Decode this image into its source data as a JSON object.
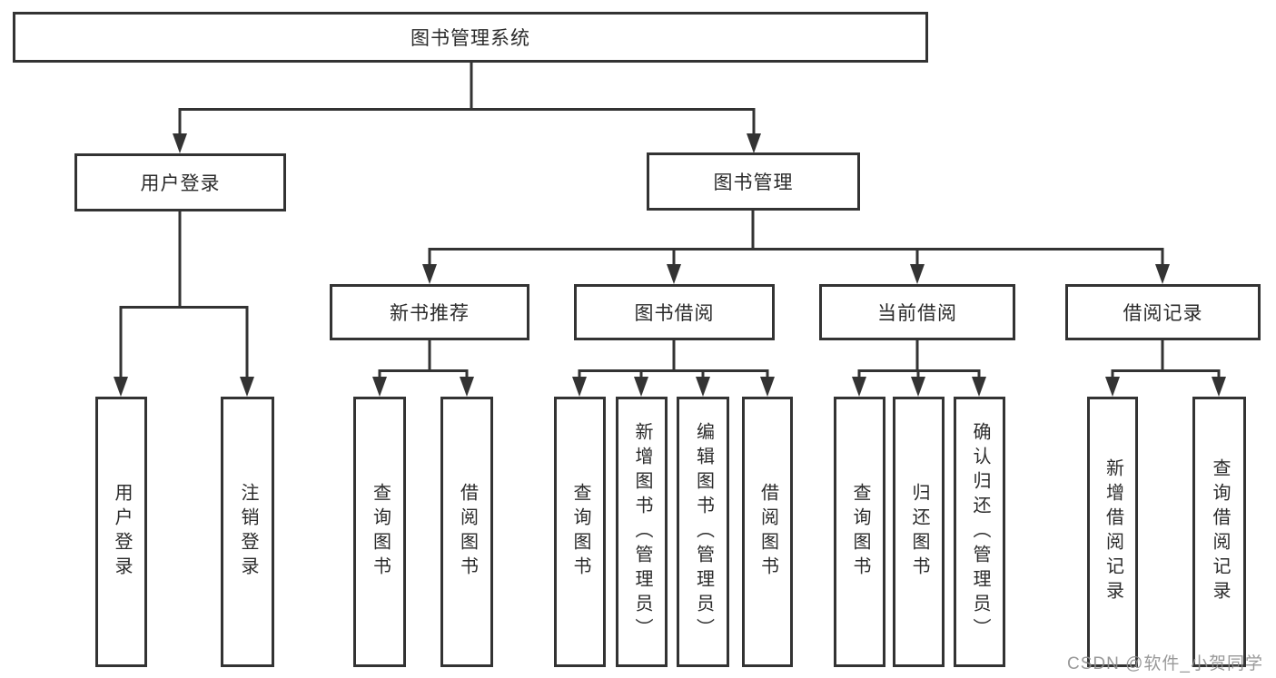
{
  "diagram": {
    "title": "图书管理系统",
    "nodes": {
      "root": "图书管理系统",
      "user_login": "用户登录",
      "book_mgmt": "图书管理",
      "new_book_rec": "新书推荐",
      "book_borrow": "图书借阅",
      "current_borrow": "当前借阅",
      "borrow_records": "借阅记录",
      "a1": "用户登录",
      "a2": "注销登录",
      "b1": "查询图书",
      "b2": "借阅图书",
      "c1": "查询图书",
      "c2": "新增图书（管理员）",
      "c3": "编辑图书（管理员）",
      "c4": "借阅图书",
      "d1": "查询图书",
      "d2": "归还图书",
      "d3": "确认归还（管理员）",
      "e1": "新增借阅记录",
      "e2": "查询借阅记录"
    },
    "line_color": "#333333",
    "box_fill": "#ffffff",
    "text_color": "#2b2b2b"
  },
  "watermark": {
    "text": "CSDN @软件_小贺同学",
    "color": "#8e8e8e"
  }
}
